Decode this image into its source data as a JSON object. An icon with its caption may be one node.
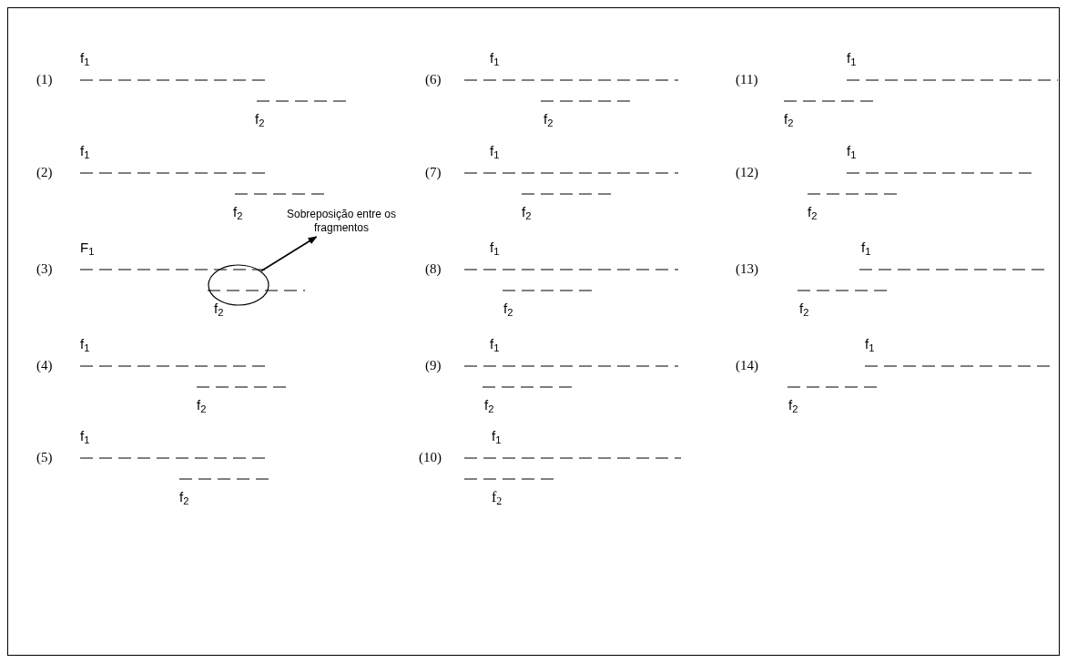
{
  "diagram": {
    "nodes": [
      {
        "text": [
          "Sobreposição entre os fragmentos"
        ]
      },
      {
        "text": [],
        "shape": "ellipse"
      }
    ],
    "edges": [
      {
        "from": 1,
        "to": 0,
        "arrow": "to"
      }
    ],
    "labels": [
      "(1)",
      "f$_{1}$",
      "f$_{2}$",
      "(2)",
      "f$_{1}$",
      "f$_{2}$",
      "(3)",
      "F$_{1}$",
      "f$_{2}$",
      "(4)",
      "f$_{1}$",
      "f$_{2}$",
      "(5)",
      "f$_{1}$",
      "f$_{2}$",
      "(6)",
      "f$_{1}$",
      "f$_{2}$",
      "(7)",
      "f$_{1}$",
      "f$_{2}$",
      "(8)",
      "f$_{1}$",
      "f$_{2}$",
      "(9)",
      "f$_{1}$",
      "f$_{2}$",
      "(10)",
      "f$_{1}$",
      "f$_{2}$",
      "(11)",
      "f$_{1}$",
      "f$_{2}$",
      "(12)",
      "f$_{1}$",
      "f$_{2}$",
      "(13)",
      "f$_{1}$",
      "f$_{2}$",
      "(14)",
      "f$_{1}$",
      "f$_{2}$"
    ]
  }
}
